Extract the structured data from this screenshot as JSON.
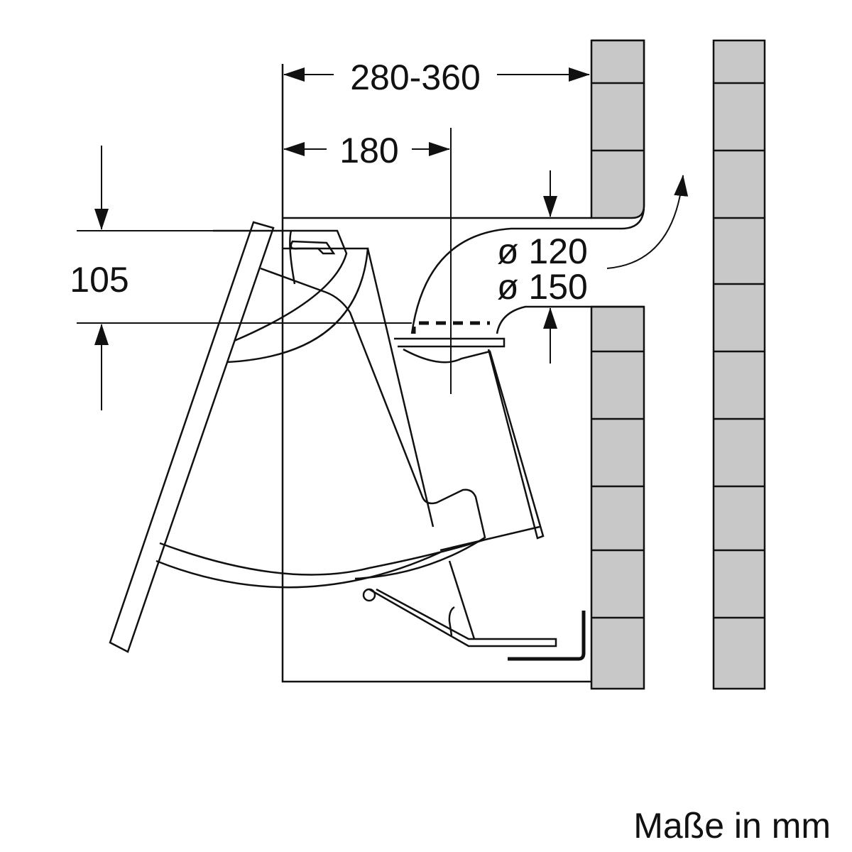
{
  "dimensions": {
    "width_total": "280-360",
    "width_partial": "180",
    "height_offset": "105",
    "duct_small": "ø 120",
    "duct_large": "ø 150"
  },
  "units_note": "Maße in mm",
  "colors": {
    "brick": "#c8c8c8",
    "line": "#111111"
  }
}
